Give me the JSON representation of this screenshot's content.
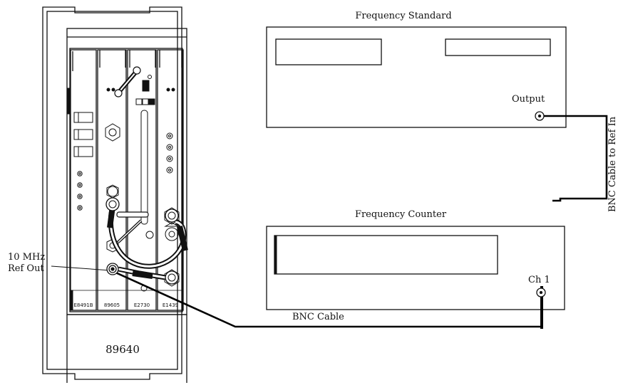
{
  "instruments": {
    "standard": {
      "title": "Frequency Standard",
      "port_label": "Output"
    },
    "counter": {
      "title": "Frequency Counter",
      "port_label": "Ch 1"
    },
    "mainframe": {
      "model": "89640",
      "slots": [
        "E8491B",
        "89605",
        "E2730",
        "E1439"
      ],
      "ref_out_line1": "10 MHz",
      "ref_out_line2": "Ref Out"
    }
  },
  "cables": {
    "bnc_cable": "BNC Cable",
    "bnc_ref_in": "BNC Cable to Ref In"
  },
  "colors": {
    "line": "#111111",
    "cable": "#000000",
    "background": "#ffffff"
  }
}
